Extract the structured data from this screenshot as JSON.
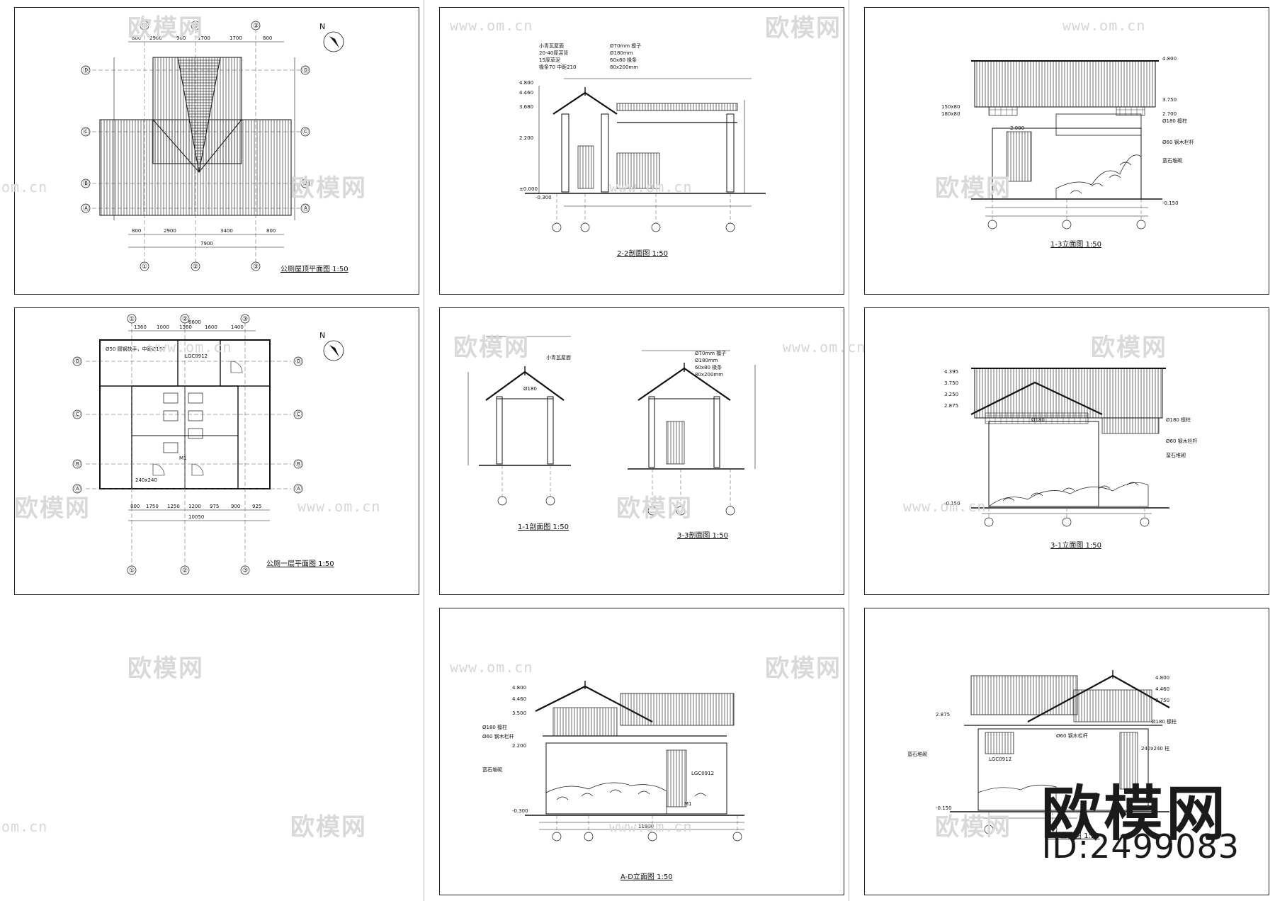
{
  "watermarks": {
    "brand_text": "欧模网",
    "url_text": "www.om.cn",
    "url_short": "om.cn"
  },
  "brand": {
    "name": "欧模网",
    "id": "ID:2499083"
  },
  "sheets": {
    "roof_plan": {
      "north": "N",
      "axes_h": [
        "①",
        "②",
        "③"
      ],
      "axes_v": [
        "Ⓐ",
        "Ⓑ",
        "Ⓒ",
        "Ⓓ"
      ],
      "dims_top": [
        "800",
        "2900",
        "900",
        "1700",
        "1700",
        "800"
      ],
      "dims_bottom": [
        "800",
        "2900",
        "3400",
        "800"
      ],
      "dim_total": "7900",
      "caption": "公厕屋顶平面图 1:50"
    },
    "floor_plan": {
      "north": "N",
      "axes_h": [
        "①",
        "②",
        "③"
      ],
      "axes_v": [
        "Ⓐ",
        "Ⓑ",
        "Ⓒ",
        "Ⓓ"
      ],
      "dims_top": [
        "1360",
        "1000",
        "1360",
        "1600",
        "1400"
      ],
      "dim_total_top": "6600",
      "dims_bottom": [
        "800",
        "1750",
        "1250",
        "1200",
        "975",
        "900",
        "925"
      ],
      "dim_total_bottom": "10050",
      "notes": [
        "Ø50 圆钢扶手，中距Ø160",
        "LGC0912",
        "M1",
        "240x240"
      ],
      "caption": "公厕一层平面图 1:50"
    },
    "section_22": {
      "notes": [
        "小青瓦屋面",
        "20-40厚苫背",
        "15厚草泥",
        "椽条70 中距210",
        "Ø70mm 檩子",
        "Ø180mm",
        "60x80 椽条",
        "80x200mm"
      ],
      "elevations": [
        "4.800",
        "4.460",
        "3.680",
        "2.200",
        "±0.000",
        "-0.300"
      ],
      "caption": "2-2剖面图 1:50"
    },
    "elev_13": {
      "notes": [
        "150x80",
        "180x80",
        "Ø180 檩柱",
        "Ø60 钢木栏杆",
        "蛮石堆砌"
      ],
      "elevations": [
        "4.800",
        "3.750",
        "2.700",
        "2.000",
        "-0.150"
      ],
      "caption": "1-3立面图 1:50"
    },
    "section_11_33": {
      "notes": [
        "小青瓦屋面",
        "Ø180",
        "Ø70mm 檩子",
        "Ø180mm",
        "60x80 椽条",
        "80x200mm"
      ],
      "caption_a": "1-1剖面图 1:50",
      "caption_b": "3-3剖面图 1:50"
    },
    "elev_31": {
      "notes": [
        "Ø180",
        "Ø180 檩柱",
        "Ø60 钢木栏杆",
        "蛮石堆砌"
      ],
      "elevations": [
        "4.395",
        "3.750",
        "3.250",
        "2.875",
        "-0.150"
      ],
      "caption": "3-1立面图 1:50"
    },
    "elev_ad": {
      "notes": [
        "Ø180 檩柱",
        "Ø60 钢木栏杆",
        "LGC0912",
        "M1",
        "蛮石堆砌"
      ],
      "elevations": [
        "4.800",
        "4.460",
        "3.500",
        "2.200",
        "-0.300"
      ],
      "dim_total": "11900",
      "caption": "A-D立面图 1:50"
    },
    "elev_da": {
      "notes": [
        "Ø180 檩柱",
        "Ø60 钢木栏杆",
        "LGC0912",
        "240x240 柱",
        "蛮石堆砌"
      ],
      "elevations": [
        "4.800",
        "4.460",
        "3.750",
        "2.875",
        "-0.150"
      ],
      "caption": "D-A立面图 1:50"
    }
  }
}
